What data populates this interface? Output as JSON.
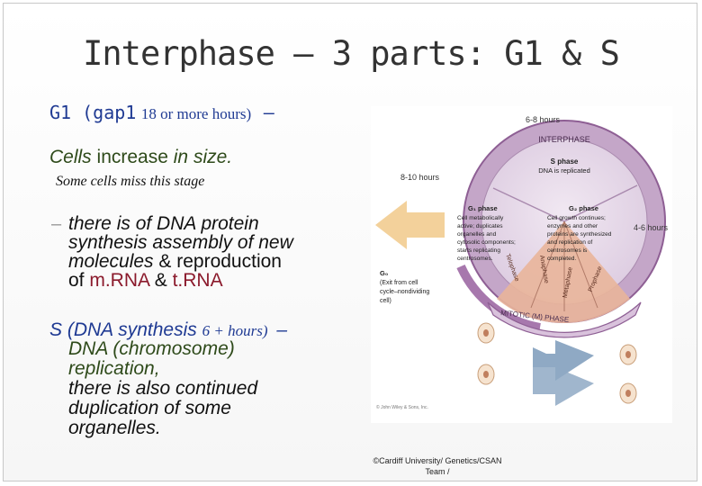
{
  "slide": {
    "title": "Interphase – 3 parts: G1 & S",
    "g1": {
      "heading_a": "G1 (gap1",
      "heading_b": "18 or more hours)",
      "heading_c": "–",
      "line1_a": "Cells",
      "line1_b": "increase",
      "line1_c": "in size.",
      "line2": "Some cells miss this stage",
      "bullet": "–",
      "b1": "there is of DNA protein",
      "b2": "synthesis assembly of new",
      "b3_a": "molecules",
      "b3_b": "& reproduction",
      "b4_a": "of",
      "b4_b": "m.RNA",
      "b4_c": "&",
      "b4_d": "t.RNA"
    },
    "s": {
      "heading_a": "S (DNA synthesis",
      "heading_b": "6 + hours)",
      "heading_c": "–",
      "l1": "DNA (chromosome)",
      "l2": "replication,",
      "l3": "there is also continued",
      "l4": "duplication of some",
      "l5": "organelles."
    },
    "credit_line1": "©Cardiff University/ Genetics/CSAN",
    "credit_line2": "Team /"
  },
  "diagram": {
    "label_6_8": "6-8 hours",
    "label_8_10": "8-10 hours",
    "label_4_6": "4-6 hours",
    "interphase": "INTERPHASE",
    "s_phase_title": "S phase",
    "s_phase_desc": "DNA is replicated",
    "g1_title": "G₁ phase",
    "g1_lines": [
      "Cell metabolically",
      "active; duplicates",
      "organelles and",
      "cytosolic components;",
      "starts replicating",
      "centrosomes."
    ],
    "g2_title": "G₂ phase",
    "g2_lines": [
      "Cell growth continues;",
      "enzymes and other",
      "proteins are synthesized",
      "and replication of",
      "centrosomes is",
      "completed."
    ],
    "g0_title": "G₀",
    "g0_lines": [
      "(Exit from cell",
      "cycle–nondividing",
      "cell)"
    ],
    "telophase": "Telophase",
    "anaphase": "Anaphase",
    "metaphase": "Metaphase",
    "prophase": "Prophase",
    "mitotic": "MITOTIC (M) PHASE",
    "copyright": "© John Wiley & Sons, Inc.",
    "colors": {
      "ring": "#c4a6c8",
      "ring_dark": "#8e5f94",
      "disc": "#e6d9e8",
      "arrow_left": "#f1c98a",
      "arrow_blue": "#8fa9c4",
      "mitosis": "#e9b59a"
    }
  }
}
